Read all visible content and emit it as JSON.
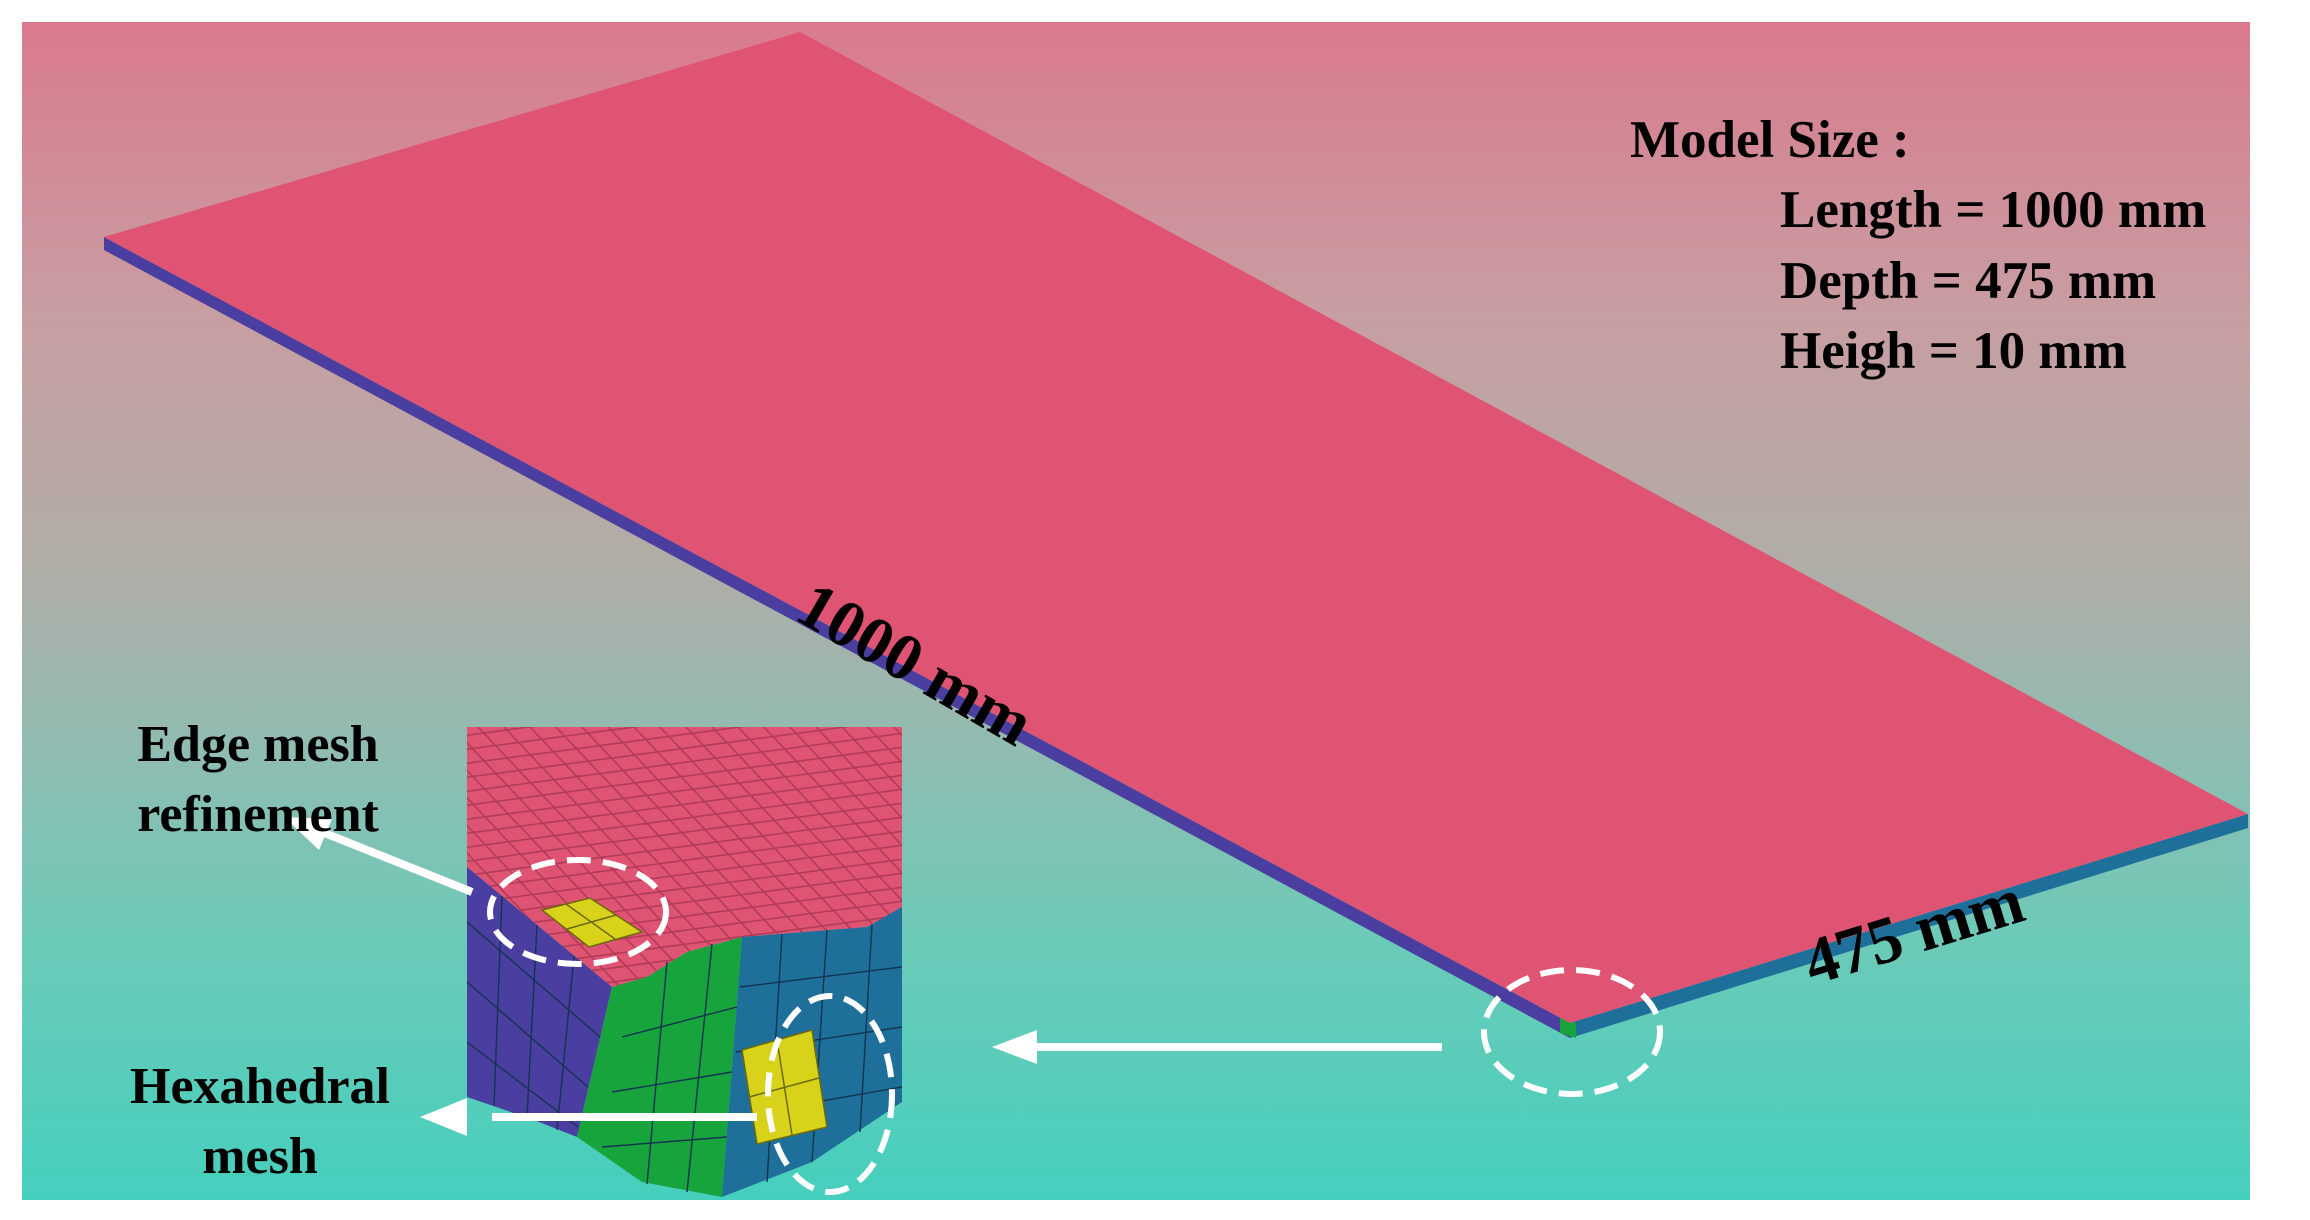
{
  "model_info": {
    "title": "Model Size :",
    "length_line": "Length = 1000 mm",
    "depth_line": "Depth = 475 mm",
    "height_line": "Heigh = 10 mm"
  },
  "dimensions": {
    "length_label": "1000 mm",
    "depth_label": "475 mm"
  },
  "callouts": {
    "edge_mesh_line1": "Edge mesh",
    "edge_mesh_line2": "refinement",
    "hex_mesh_line1": "Hexahedral",
    "hex_mesh_line2": "mesh"
  },
  "colors": {
    "plate_top": "#e05473",
    "plate_side_long": "#4a3fa0",
    "plate_side_short": "#1f6f9b",
    "corner_green": "#18a43c",
    "highlight_yellow": "#d9d21a",
    "annotation_white": "#ffffff"
  }
}
